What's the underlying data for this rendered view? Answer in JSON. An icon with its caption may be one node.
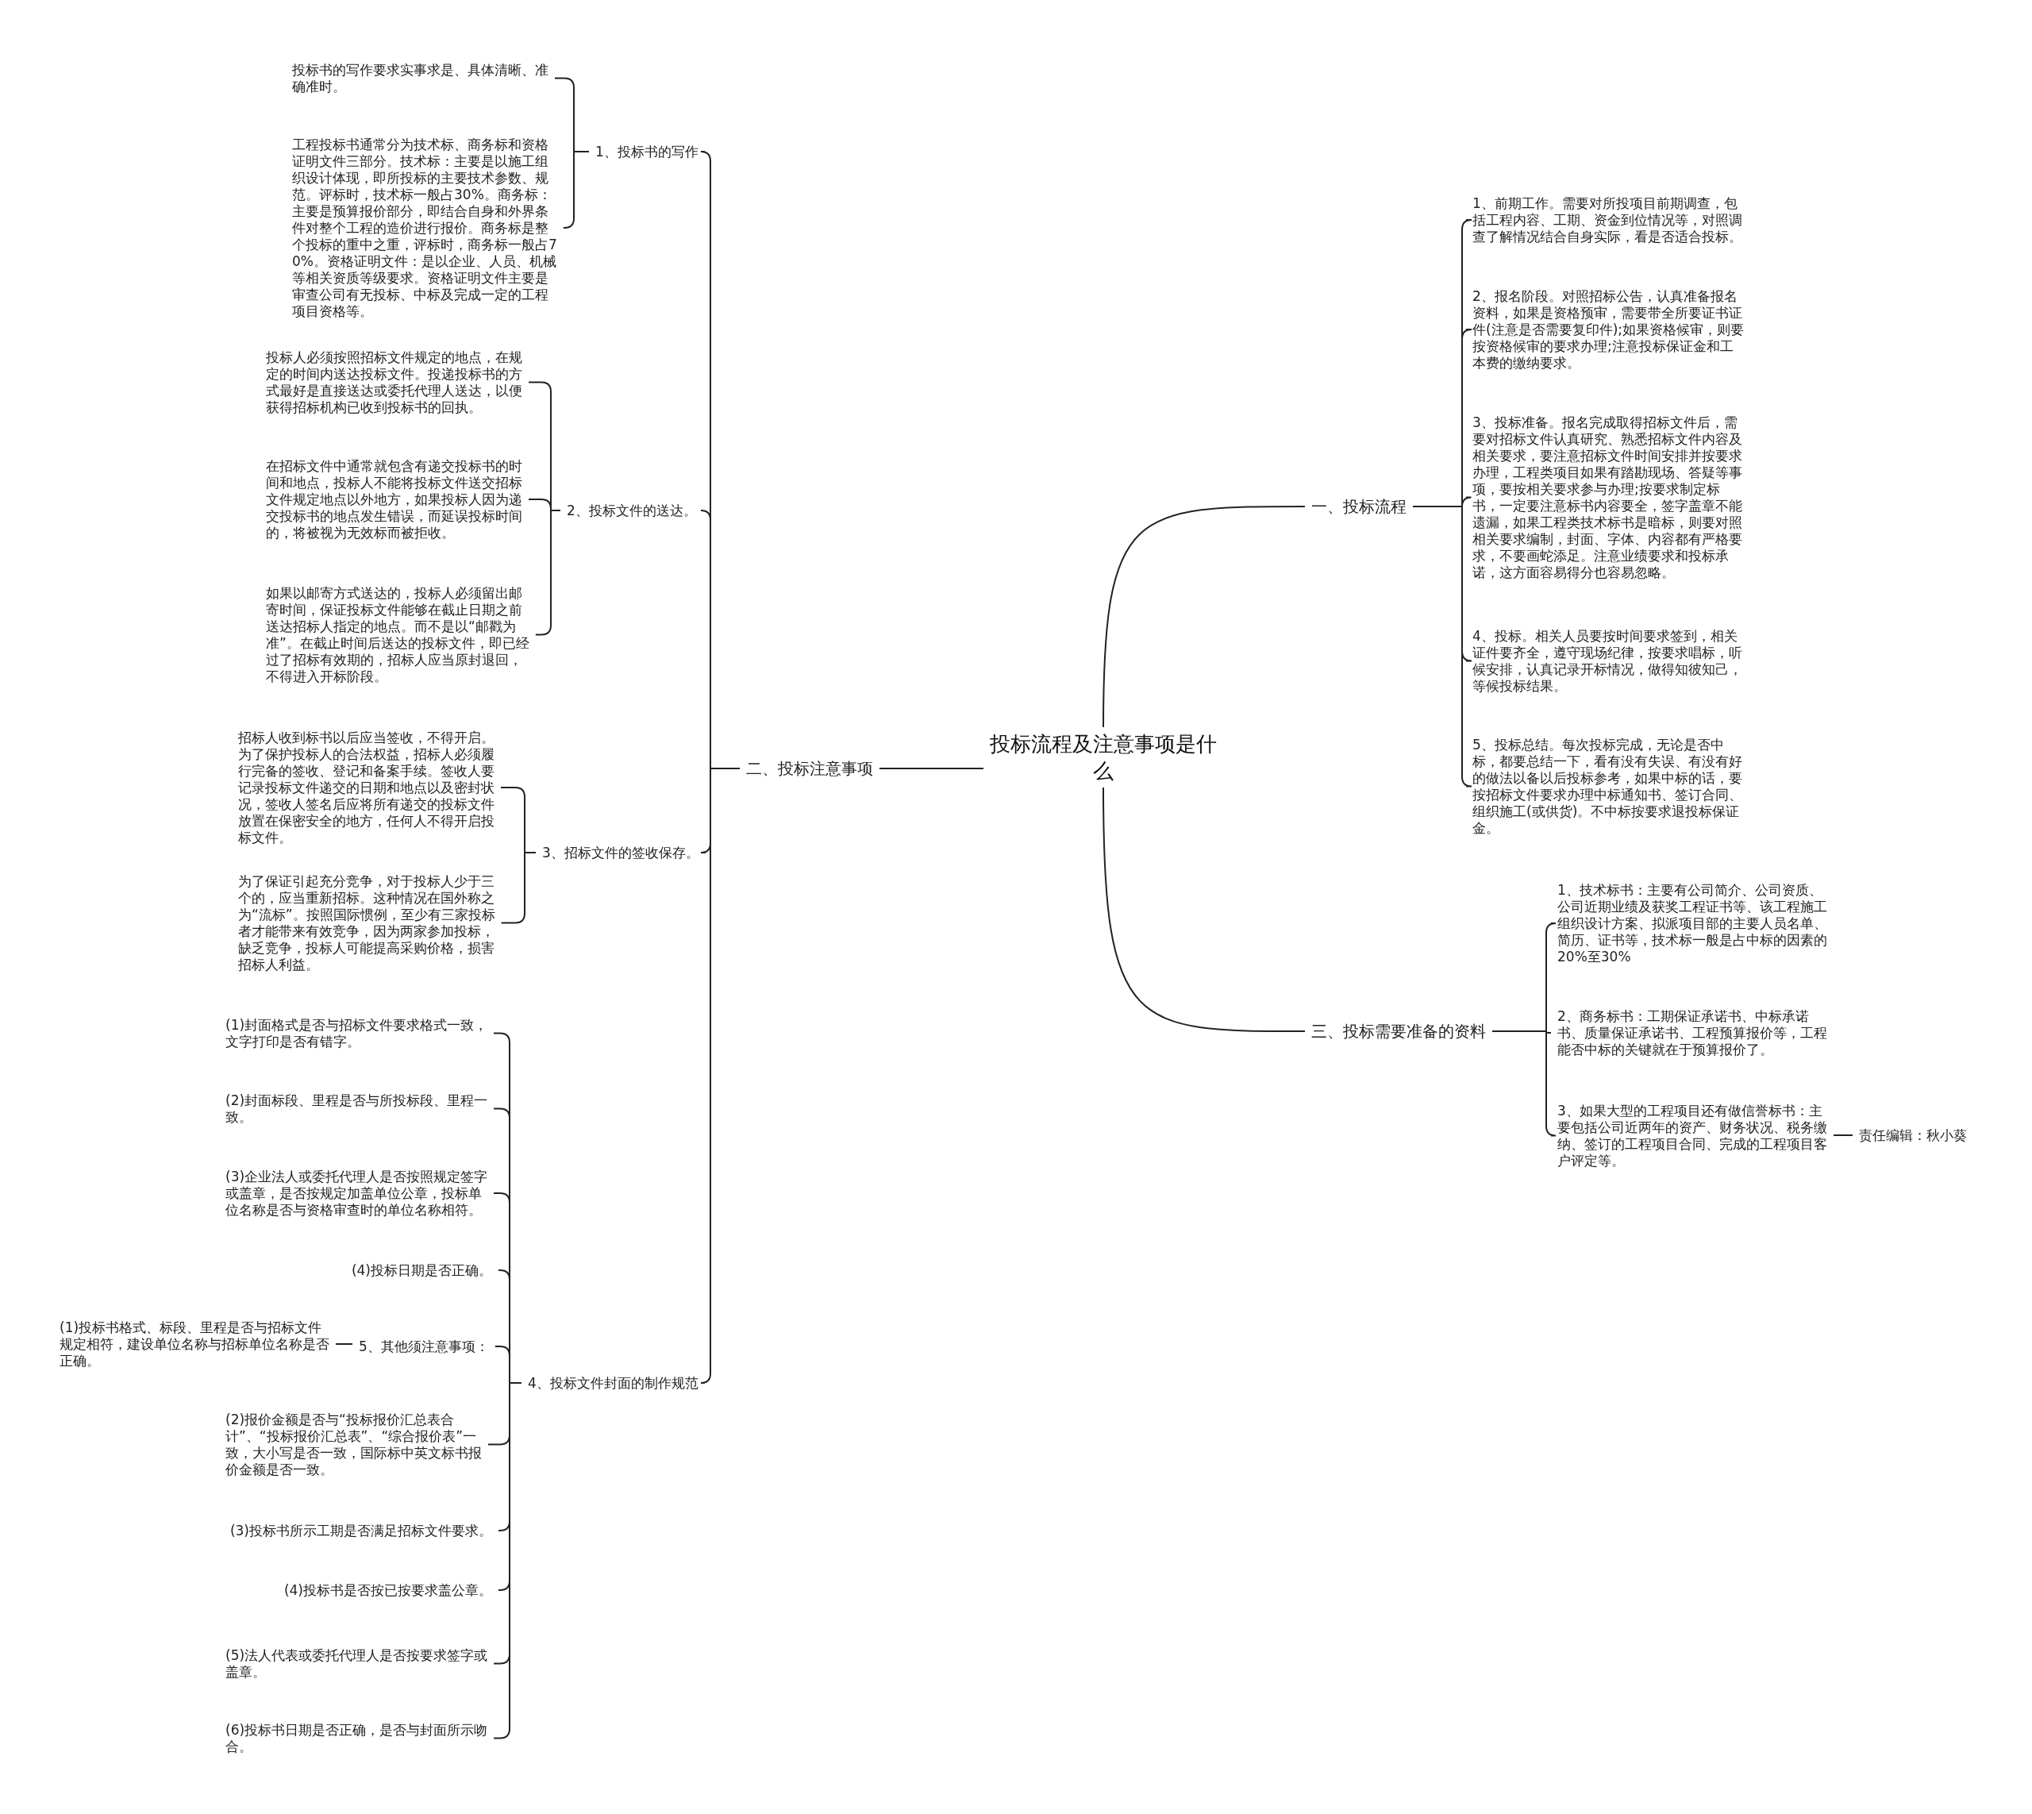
{
  "diagram": {
    "nodes": [
      {
        "text": [
          "投标流程及注意事项是什么"
        ]
      },
      {
        "text": [
          "二、投标注意事项"
        ]
      },
      {
        "text": [
          "1、投标书的写作"
        ]
      },
      {
        "text": [
          "投标书的写作要求实事求是、具体清晰、准确准时。"
        ]
      },
      {
        "text": [
          "工程投标书通常分为技术标、商务标和资格证明文件三部分。技术标：主要是以施工组织设计体现，即所投标的主要技术参数、规范。评标时，技术标一般占30%。商务标：主要是预算报价部分，即结合自身和外界条件对整个工程的造价进行报价。商务标是整个投标的重中之重，评标时，商务标一般占70%。资格证明文件：是以企业、人员、机械等相关资质等级要求。资格证明文件主要是审查公司有无投标、中标及完成一定的工程项目资格等。"
        ]
      },
      {
        "text": [
          "2、投标文件的送达。"
        ]
      },
      {
        "text": [
          "投标人必须按照招标文件规定的地点，在规定的时间内送达投标文件。投递投标书的方式最好是直接送达或委托代理人送达，以便获得招标机构已收到投标书的回执。"
        ]
      },
      {
        "text": [
          "在招标文件中通常就包含有递交投标书的时间和地点，投标人不能将投标文件送交招标文件规定地点以外地方，如果投标人因为递交投标书的地点发生错误，而延误投标时间的，将被视为无效标而被拒收。"
        ]
      },
      {
        "text": [
          "如果以邮寄方式送达的，投标人必须留出邮寄时间，保证投标文件能够在截止日期之前送达招标人指定的地点。而不是以“邮戳为准”。在截止时间后送达的投标文件，即已经过了招标有效期的，招标人应当原封退回，不得进入开标阶段。"
        ]
      },
      {
        "text": [
          "3、招标文件的签收保存。"
        ]
      },
      {
        "text": [
          "招标人收到标书以后应当签收，不得开启。为了保护投标人的合法权益，招标人必须履行完备的签收、登记和备案手续。签收人要记录投标文件递交的日期和地点以及密封状况，签收人签名后应将所有递交的投标文件放置在保密安全的地方，任何人不得开启投标文件。"
        ]
      },
      {
        "text": [
          "为了保证引起充分竞争，对于投标人少于三个的，应当重新招标。这种情况在国外称之为“流标”。按照国际惯例，至少有三家投标者才能带来有效竞争，因为两家参加投标，缺乏竞争，投标人可能提高采购价格，损害招标人利益。"
        ]
      },
      {
        "text": [
          "4、投标文件封面的制作规范"
        ]
      },
      {
        "text": [
          "(1)封面格式是否与招标文件要求格式一致，文字打印是否有错字。"
        ]
      },
      {
        "text": [
          "(2)封面标段、里程是否与所投标段、里程一致。"
        ]
      },
      {
        "text": [
          "(3)企业法人或委托代理人是否按照规定签字或盖章，是否按规定加盖单位公章，投标单位名称是否与资格审查时的单位名称相符。"
        ]
      },
      {
        "text": [
          "(4)投标日期是否正确。"
        ]
      },
      {
        "text": [
          "5、其他须注意事项："
        ]
      },
      {
        "text": [
          "(1)投标书格式、标段、里程是否与招标文件规定相符，建设单位名称与招标单位名称是否正确。"
        ]
      },
      {
        "text": [
          "(2)报价金额是否与“投标报价汇总表合计”、“投标报价汇总表”、“综合报价表”一致，大小写是否一致，国际标中英文标书报价金额是否一致。"
        ]
      },
      {
        "text": [
          "(3)投标书所示工期是否满足招标文件要求。"
        ]
      },
      {
        "text": [
          "(4)投标书是否按已按要求盖公章。"
        ]
      },
      {
        "text": [
          "(5)法人代表或委托代理人是否按要求签字或盖章。"
        ]
      },
      {
        "text": [
          "(6)投标书日期是否正确，是否与封面所示吻合。"
        ]
      },
      {
        "text": [
          "一、投标流程"
        ]
      },
      {
        "text": [
          "1、前期工作。需要对所投项目前期调查，包括工程内容、工期、资金到位情况等，对照调查了解情况结合自身实际，看是否适合投标。"
        ]
      },
      {
        "text": [
          "2、报名阶段。对照招标公告，认真准备报名资料，如果是资格预审，需要带全所要证书证件(注意是否需要复印件);如果资格候审，则要按资格候审的要求办理;注意投标保证金和工本费的缴纳要求。"
        ]
      },
      {
        "text": [
          "3、投标准备。报名完成取得招标文件后，需要对招标文件认真研究、熟悉招标文件内容及相关要求，要注意招标文件时间安排并按要求办理，工程类项目如果有踏勘现场、答疑等事项，要按相关要求参与办理;按要求制定标书，一定要注意标书内容要全，签字盖章不能遗漏，如果工程类技术标书是暗标，则要对照相关要求编制，封面、字体、内容都有严格要求，不要画蛇添足。注意业绩要求和投标承诺，这方面容易得分也容易忽略。"
        ]
      },
      {
        "text": [
          "4、投标。相关人员要按时间要求签到，相关证件要齐全，遵守现场纪律，按要求唱标，听候安排，认真记录开标情况，做得知彼知己，等候投标结果。"
        ]
      },
      {
        "text": [
          "5、投标总结。每次投标完成，无论是否中标，都要总结一下，看有没有失误、有没有好的做法以备以后投标参考，如果中标的话，要按招标文件要求办理中标通知书、签订合同、组织施工(或供货)。不中标按要求退投标保证金。"
        ]
      },
      {
        "text": [
          "三、投标需要准备的资料"
        ]
      },
      {
        "text": [
          "1、技术标书：主要有公司简介、公司资质、公司近期业绩及获奖工程证书等、该工程施工组织设计方案、拟派项目部的主要人员名单、简历、证书等，技术标一般是占中标的因素的20%至30%"
        ]
      },
      {
        "text": [
          "2、商务标书：工期保证承诺书、中标承诺书、质量保证承诺书、工程预算报价等，工程能否中标的关键就在于预算报价了。"
        ]
      },
      {
        "text": [
          "3、如果大型的工程项目还有做信誉标书：主要包括公司近两年的资产、财务状况、税务缴纳、签订的工程项目合同、完成的工程项目客户评定等。"
        ]
      },
      {
        "text": [
          "责任编辑：秋小葵"
        ]
      }
    ],
    "edges": [
      {
        "from": 0,
        "to": 1,
        "arrow": "none"
      },
      {
        "from": 1,
        "to": 2,
        "arrow": "none"
      },
      {
        "from": 2,
        "to": 3,
        "arrow": "none"
      },
      {
        "from": 2,
        "to": 4,
        "arrow": "none"
      },
      {
        "from": 1,
        "to": 5,
        "arrow": "none"
      },
      {
        "from": 5,
        "to": 6,
        "arrow": "none"
      },
      {
        "from": 5,
        "to": 7,
        "arrow": "none"
      },
      {
        "from": 5,
        "to": 8,
        "arrow": "none"
      },
      {
        "from": 1,
        "to": 9,
        "arrow": "none"
      },
      {
        "from": 9,
        "to": 10,
        "arrow": "none"
      },
      {
        "from": 9,
        "to": 11,
        "arrow": "none"
      },
      {
        "from": 1,
        "to": 12,
        "arrow": "none"
      },
      {
        "from": 12,
        "to": 13,
        "arrow": "none"
      },
      {
        "from": 12,
        "to": 14,
        "arrow": "none"
      },
      {
        "from": 12,
        "to": 15,
        "arrow": "none"
      },
      {
        "from": 12,
        "to": 16,
        "arrow": "none"
      },
      {
        "from": 12,
        "to": 17,
        "arrow": "none"
      },
      {
        "from": 17,
        "to": 18,
        "arrow": "none"
      },
      {
        "from": 12,
        "to": 19,
        "arrow": "none"
      },
      {
        "from": 12,
        "to": 20,
        "arrow": "none"
      },
      {
        "from": 12,
        "to": 21,
        "arrow": "none"
      },
      {
        "from": 12,
        "to": 22,
        "arrow": "none"
      },
      {
        "from": 12,
        "to": 23,
        "arrow": "none"
      },
      {
        "from": 0,
        "to": 24,
        "arrow": "none"
      },
      {
        "from": 24,
        "to": 25,
        "arrow": "none"
      },
      {
        "from": 24,
        "to": 26,
        "arrow": "none"
      },
      {
        "from": 24,
        "to": 27,
        "arrow": "none"
      },
      {
        "from": 24,
        "to": 28,
        "arrow": "none"
      },
      {
        "from": 24,
        "to": 29,
        "arrow": "none"
      },
      {
        "from": 0,
        "to": 30,
        "arrow": "none"
      },
      {
        "from": 30,
        "to": 31,
        "arrow": "none"
      },
      {
        "from": 30,
        "to": 32,
        "arrow": "none"
      },
      {
        "from": 30,
        "to": 33,
        "arrow": "none"
      },
      {
        "from": 33,
        "to": 34,
        "arrow": "none"
      }
    ]
  }
}
